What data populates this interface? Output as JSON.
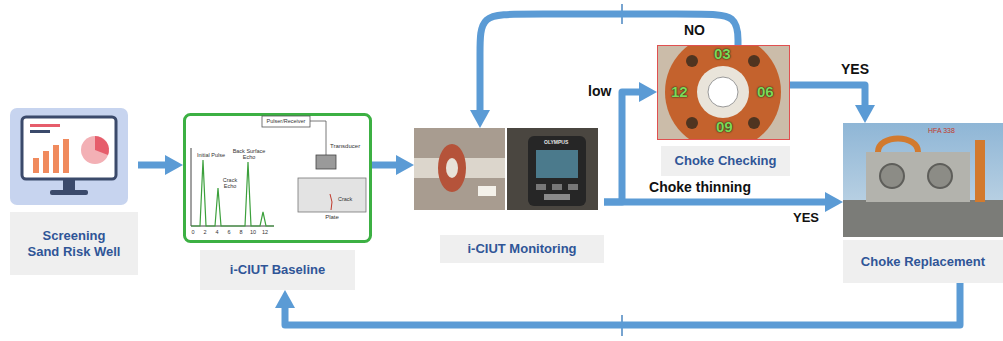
{
  "diagram": {
    "nodes": [
      {
        "text": [
          "Screening Sand Risk Well"
        ]
      },
      {
        "text": [
          "i-CIUT Baseline"
        ]
      },
      {
        "text": [
          "i-CIUT Monitoring"
        ]
      },
      {
        "text": [
          "Choke Checking"
        ]
      },
      {
        "text": [
          "Choke Replacement"
        ]
      }
    ],
    "edges": [
      {
        "from": 0,
        "to": 1,
        "arrow": "to"
      },
      {
        "from": 1,
        "to": 2,
        "arrow": "to"
      },
      {
        "from": 2,
        "to": 3,
        "label": "low",
        "arrow": "to"
      },
      {
        "from": 2,
        "to": 4,
        "label": "Choke thinning",
        "arrow": "to"
      },
      {
        "from": 3,
        "to": 4,
        "label": "YES",
        "arrow": "to"
      },
      {
        "from": 3,
        "to": 2,
        "label": "NO",
        "arrow": "to"
      },
      {
        "from": 4,
        "to": 1,
        "arrow": "to"
      }
    ],
    "labels": [
      "Pulser/Receiver",
      "Initial Pulse",
      "Back Surface Echo",
      "Crack Echo",
      "Transducer",
      "Crack",
      "Plate",
      "0",
      "2",
      "4",
      "6",
      "8",
      "10",
      "12",
      "OLYMPUS",
      "03",
      "12",
      "06",
      "09",
      "HFA 338",
      "YES"
    ]
  }
}
